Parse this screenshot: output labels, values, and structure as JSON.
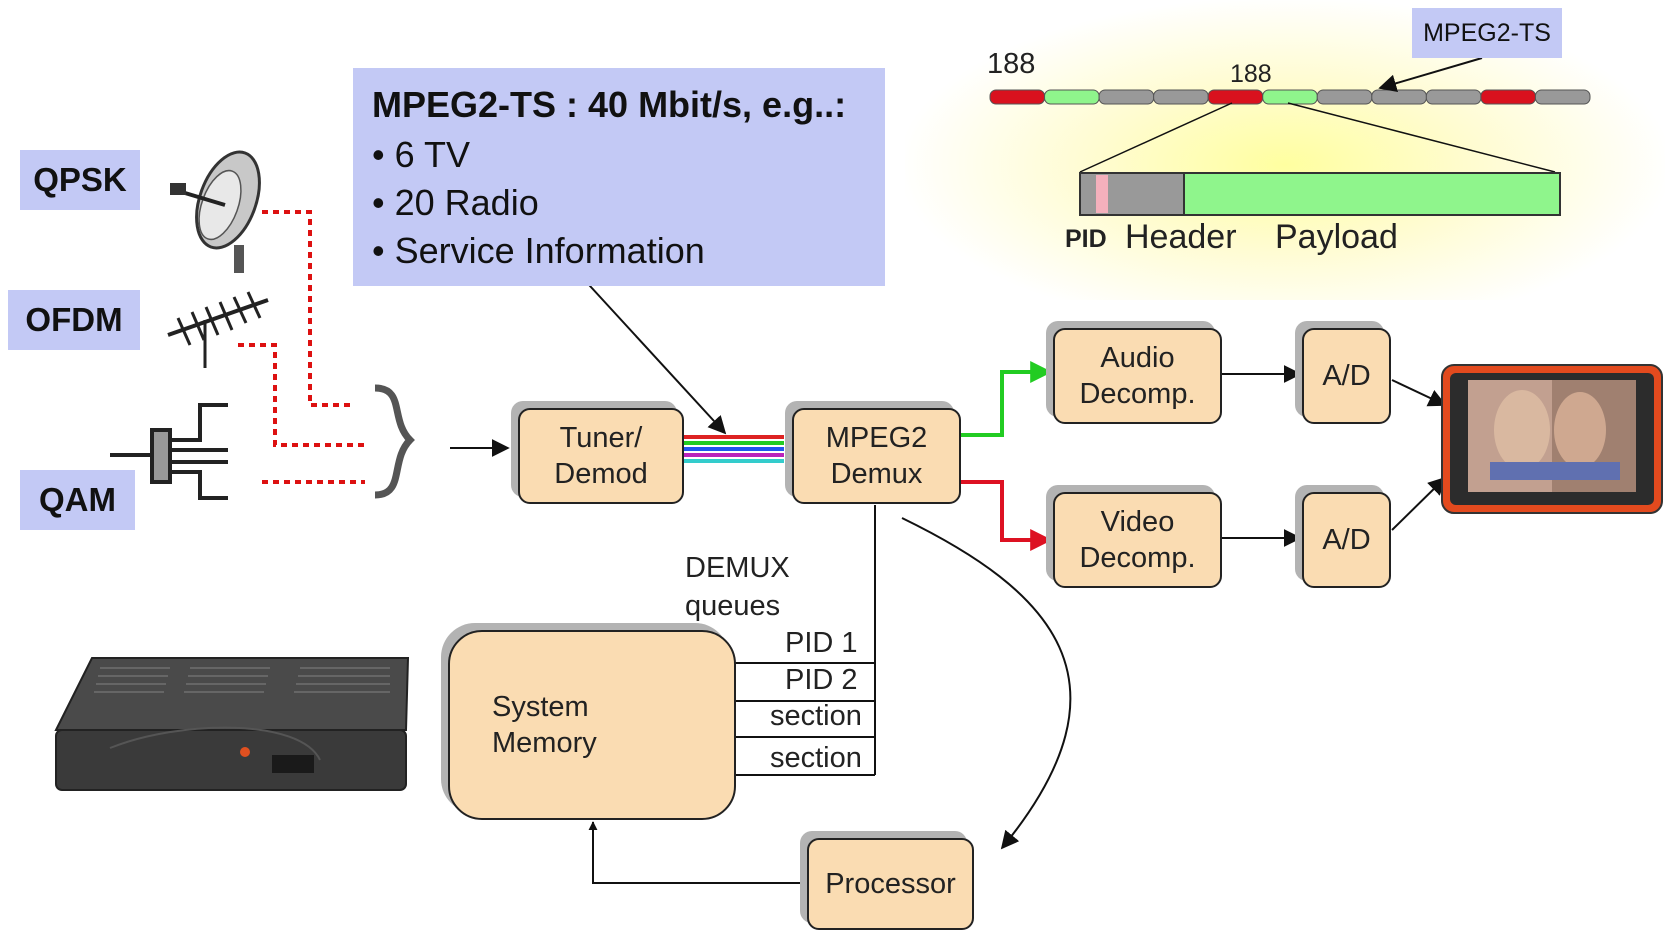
{
  "labels": {
    "qpsk": "QPSK",
    "ofdm": "OFDM",
    "qam": "QAM"
  },
  "info_box": {
    "title": "MPEG2-TS : 40 Mbit/s, e.g..:",
    "bullets": [
      "• 6 TV",
      "• 20 Radio",
      "• Service Information"
    ]
  },
  "packet_diagram": {
    "stream_label": "MPEG2-TS",
    "packet_size_1": "188",
    "packet_size_2": "188",
    "pid_label": "PID",
    "header_label": "Header",
    "payload_label": "Payload",
    "segment_colors": [
      "#d9111e",
      "#8ff58c",
      "#999999",
      "#999999",
      "#d9111e",
      "#8ff58c",
      "#999999",
      "#999999",
      "#999999",
      "#d9111e",
      "#999999"
    ]
  },
  "blocks": {
    "tuner": [
      "Tuner/",
      "Demod"
    ],
    "demux": [
      "MPEG2",
      "Demux"
    ],
    "audio": [
      "Audio",
      "Decomp."
    ],
    "video": [
      "Video",
      "Decomp."
    ],
    "ad_audio": "A/D",
    "ad_video": "A/D",
    "memory": [
      "System",
      "Memory"
    ],
    "processor": "Processor"
  },
  "queues": {
    "title_1": "DEMUX",
    "title_2": "queues",
    "items": [
      "PID 1",
      "PID 2",
      "section",
      "section"
    ]
  },
  "colors": {
    "label_bg": "#c3c9f5",
    "block_fill": "#fadcb2",
    "audio_path": "#22cc22",
    "video_path": "#dd1122",
    "signal_dash": "#dd1111"
  }
}
